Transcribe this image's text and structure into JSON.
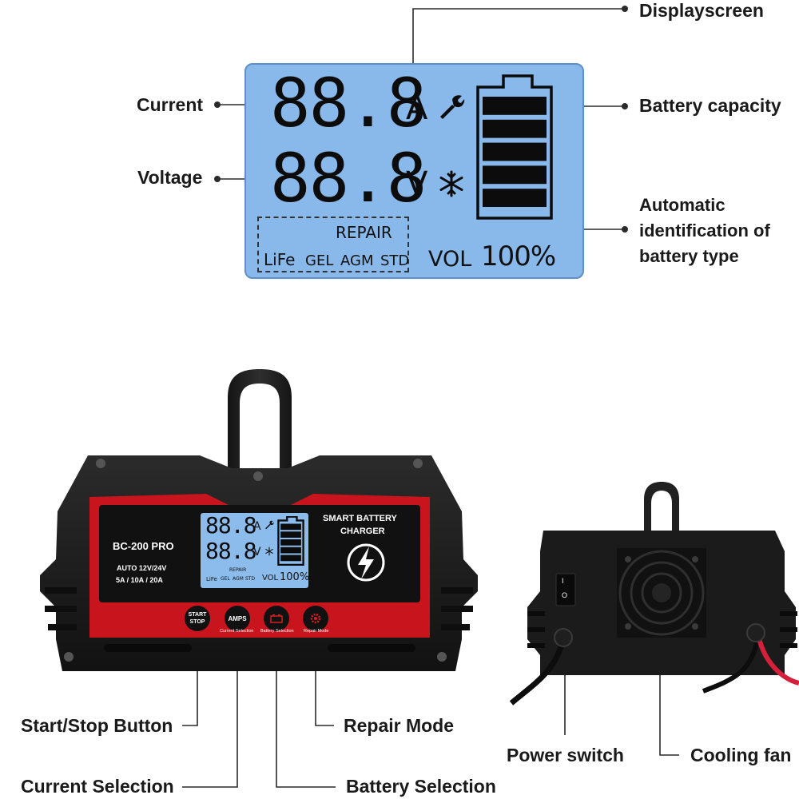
{
  "callouts": {
    "displayscreen": "Displayscreen",
    "current": "Current",
    "voltage": "Voltage",
    "battery_capacity": "Battery capacity",
    "auto_type": [
      "Automatic",
      "identification of",
      "battery type"
    ],
    "start_stop_button": "Start/Stop Button",
    "current_selection": "Current Selection",
    "repair_mode": "Repair Mode",
    "battery_selection": "Battery Selection",
    "power_switch": "Power switch",
    "cooling_fan": "Cooling fan"
  },
  "lcd": {
    "current_digits": "88.8",
    "current_unit": "A",
    "voltage_digits": "88.8",
    "voltage_unit": "V",
    "repair": "REPAIR",
    "types": [
      "LiFe",
      "GEL",
      "AGM",
      "STD"
    ],
    "vol": "VOL",
    "percent": "100%",
    "battery_bars": 5,
    "icons": [
      "wrench-icon",
      "snowflake-icon",
      "battery-icon"
    ]
  },
  "device": {
    "model": "BC-200 PRO",
    "auto": "AUTO 12V/24V",
    "amps": "5A / 10A / 20A",
    "title_line1": "SMART BATTERY",
    "title_line2": "CHARGER",
    "buttons": [
      {
        "label_line1": "START",
        "label_line2": "STOP",
        "caption": ""
      },
      {
        "label_line1": "AMPS",
        "label_line2": "",
        "caption": "Current Selection"
      },
      {
        "label_line1": "",
        "label_line2": "",
        "caption": "Battery Selection",
        "icon": "battery-icon"
      },
      {
        "label_line1": "",
        "label_line2": "",
        "caption": "Repair Mode",
        "icon": "gear-icon"
      }
    ],
    "switch_symbols": [
      "I",
      "O"
    ]
  },
  "colors": {
    "lcd_blue": "#89b9ea",
    "lcd_border": "#5e8fc8",
    "housing": "#1f1f1f",
    "panel_red": "#c8141c",
    "cable_red": "#d4203a"
  }
}
